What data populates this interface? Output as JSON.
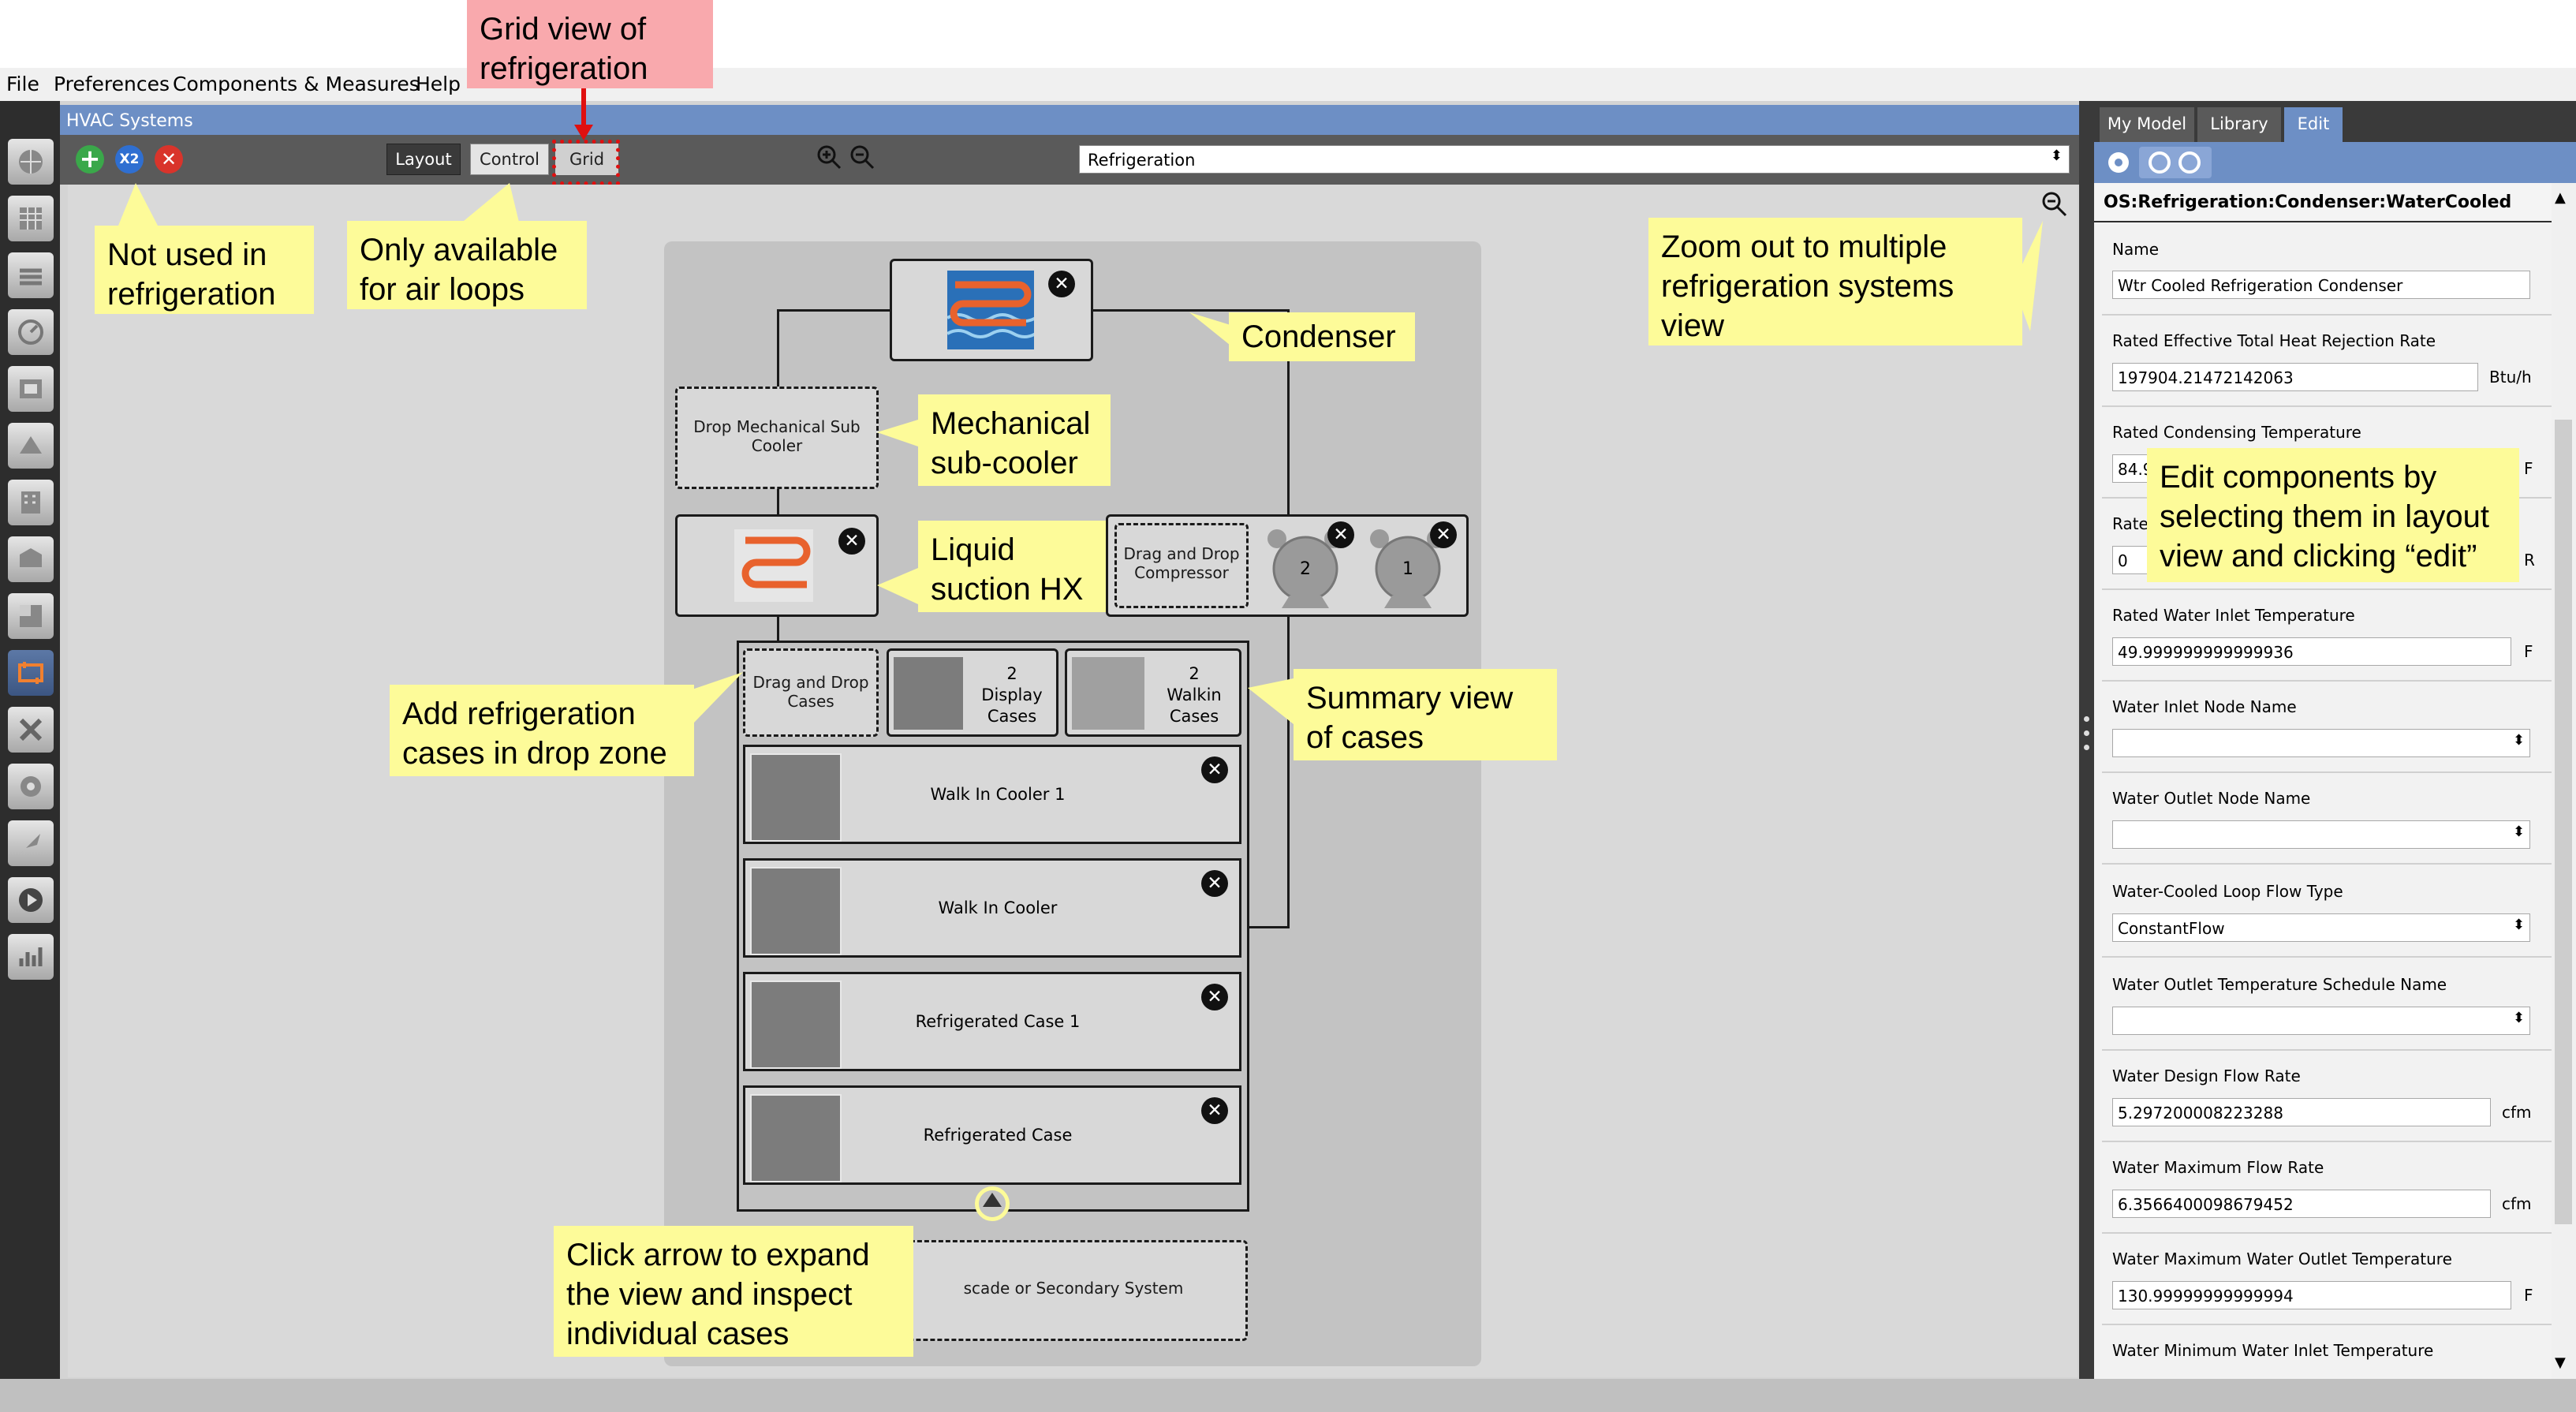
{
  "menu": [
    "File",
    "Preferences",
    "Components & Measures",
    "Help"
  ],
  "hvac": {
    "title": "HVAC Systems",
    "view_buttons": [
      "Layout",
      "Control",
      "Grid"
    ],
    "system_select": "Refrigeration",
    "x2_label": "X2"
  },
  "right_panel": {
    "tabs": [
      "My Model",
      "Library",
      "Edit"
    ],
    "object_type": "OS:Refrigeration:Condenser:WaterCooled",
    "fields": [
      {
        "label": "Name",
        "value": "Wtr Cooled Refrigeration Condenser",
        "unit": ""
      },
      {
        "label": "Rated Effective Total Heat Rejection Rate",
        "value": "197904.21472142063",
        "unit": "Btu/h"
      },
      {
        "label": "Rated Condensing Temperature",
        "value": "84.9",
        "unit": "F"
      },
      {
        "label": "Rate",
        "value": "0",
        "unit": "R"
      },
      {
        "label": "Rated Water Inlet Temperature",
        "value": "49.999999999999936",
        "unit": "F"
      },
      {
        "label": "Water Inlet Node Name",
        "value": "",
        "unit": ""
      },
      {
        "label": "Water Outlet Node Name",
        "value": "",
        "unit": ""
      },
      {
        "label": "Water-Cooled Loop Flow Type",
        "value": "ConstantFlow",
        "unit": ""
      },
      {
        "label": "Water Outlet Temperature Schedule Name",
        "value": "",
        "unit": ""
      },
      {
        "label": "Water Design Flow Rate",
        "value": "5.297200008223288",
        "unit": "cfm"
      },
      {
        "label": "Water Maximum Flow Rate",
        "value": "6.3566400098679452",
        "unit": "cfm"
      },
      {
        "label": "Water Maximum Water Outlet Temperature",
        "value": "130.99999999999994",
        "unit": "F"
      },
      {
        "label": "Water Minimum Water Inlet Temperature",
        "value": "",
        "unit": ""
      }
    ]
  },
  "diagram": {
    "drop_subcooler": "Drop Mechanical Sub Cooler",
    "drop_compressor": "Drag and Drop Compressor",
    "compressor_1": "2",
    "compressor_2": "1",
    "drop_cases": "Drag and Drop Cases",
    "display_cases_summary": "2\nDisplay\nCases",
    "walkin_cases_summary": "2\nWalkin\nCases",
    "cases": [
      "Walk In Cooler 1",
      "Walk In Cooler",
      "Refrigerated Case 1",
      "Refrigerated Case"
    ],
    "cascade": "scade or Secondary System"
  },
  "callouts": {
    "grid_view": "Grid view of refrigeration",
    "not_used": "Not used in refrigeration",
    "air_loops": "Only available for air loops",
    "condenser": "Condenser",
    "mech_subcooler": "Mechanical sub-cooler",
    "liquid_suction": "Liquid suction HX",
    "add_cases": "Add refrigeration cases in drop zone",
    "summary_cases": "Summary view of cases",
    "zoom_out": "Zoom out to multiple refrigeration systems view",
    "edit_components": "Edit components by selecting them in layout view and clicking “edit”",
    "expand_arrow": "Click arrow to expand the view and inspect individual cases"
  },
  "colors": {
    "title_blue": "#6d8fc5",
    "callout_yellow": "#fdfb99",
    "callout_pink": "#f9a9ad",
    "highlight_red": "#e01010"
  }
}
